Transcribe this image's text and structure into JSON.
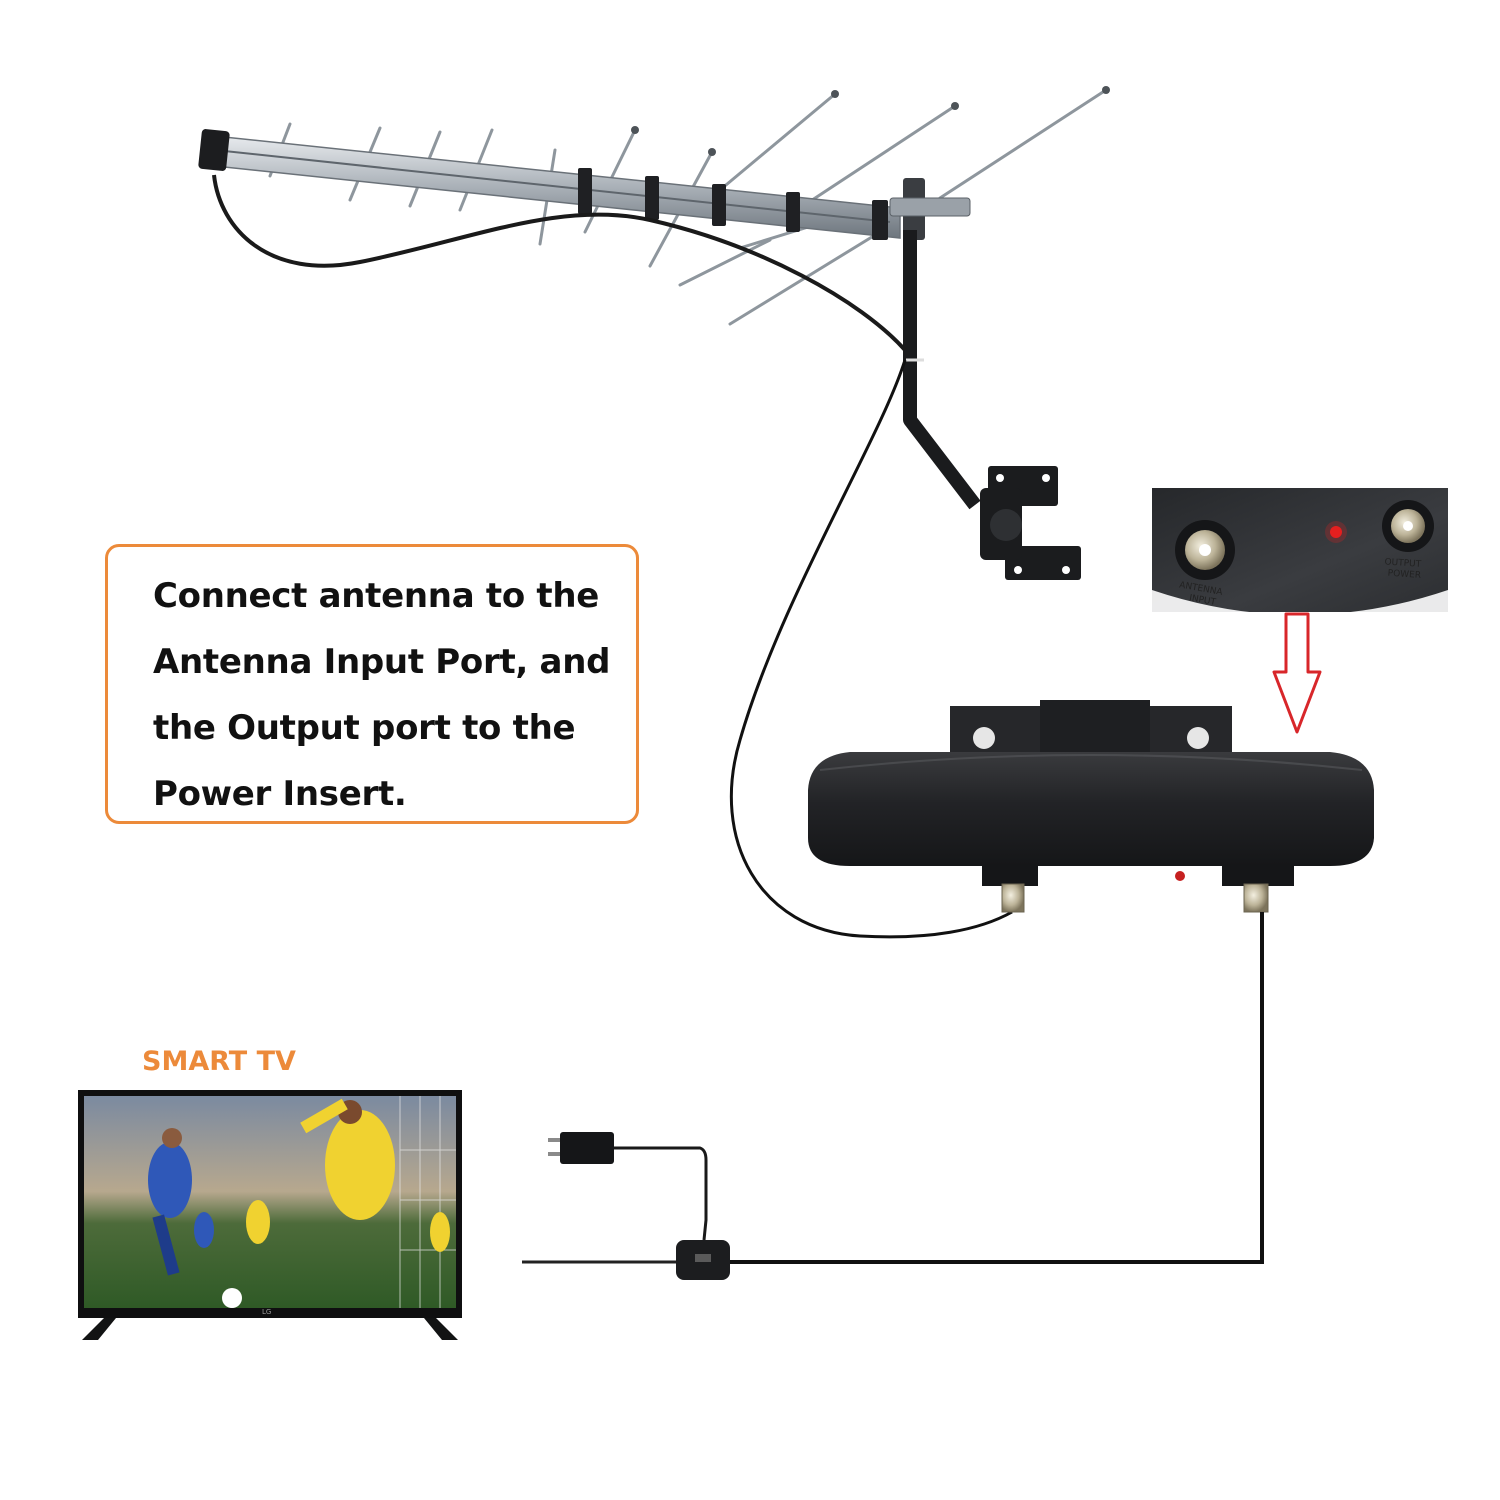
{
  "callout": {
    "lines": [
      "Connect antenna to the",
      "Antenna Input Port,  and",
      "the Output port to the",
      "Power Insert."
    ]
  },
  "tv": {
    "label": "SMART TV",
    "brand": "LG"
  },
  "inset": {
    "input_label_1": "ANTENNA",
    "input_label_2": "INPUT",
    "output_label_1": "OUTPUT",
    "output_label_2": "POWER"
  },
  "colors": {
    "accent": "#ec8a3a",
    "arrow": "#d8262a",
    "device": "#1f2022",
    "cable": "#111111"
  },
  "icons": [
    "antenna-icon",
    "amplifier-icon",
    "power-adapter-icon",
    "power-inserter-icon",
    "tv-icon",
    "down-arrow-icon"
  ]
}
